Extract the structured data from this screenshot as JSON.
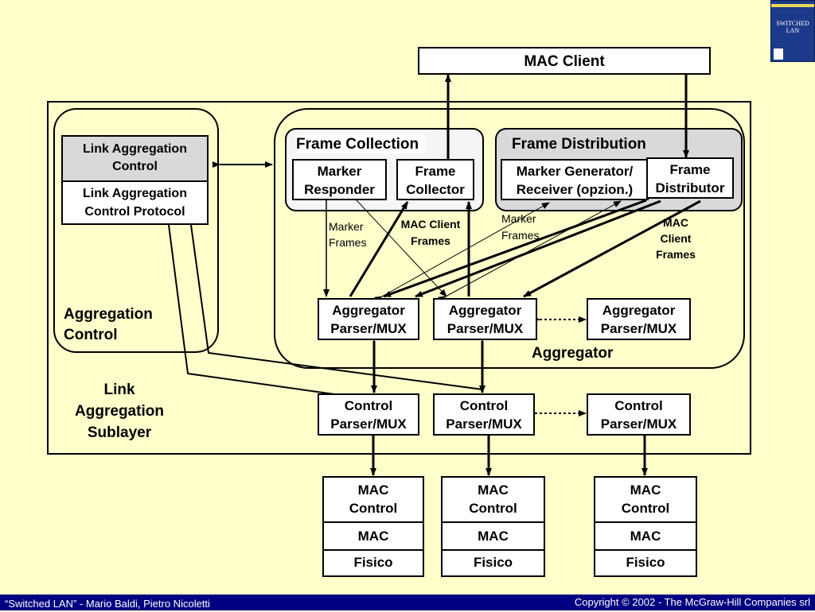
{
  "mac_client": "MAC Client",
  "link_aggregation_sublayer": "Link\nAggregation\nSublayer",
  "aggregation_control": {
    "label": "Aggregation\nControl",
    "lac_header": "Link Aggregation\nControl",
    "lacp": "Link Aggregation\nControl Protocol"
  },
  "aggregator": {
    "label": "Aggregator",
    "frame_collection": {
      "title": "Frame Collection",
      "marker_responder": "Marker\nResponder",
      "frame_collector": "Frame\nCollector"
    },
    "frame_distribution": {
      "title": "Frame Distribution",
      "marker_generator": "Marker Generator/\nReceiver (opzion.)",
      "frame_distributor": "Frame\nDistributor"
    },
    "parsers": [
      "Aggregator\nParser/MUX",
      "Aggregator\nParser/MUX",
      "Aggregator\nParser/MUX"
    ]
  },
  "annotations": {
    "marker_frames_left": "Marker\nFrames",
    "mac_client_frames_mid": "MAC Client\nFrames",
    "marker_frames_right": "Marker\nFrames",
    "mac_client_frames_right": "MAC\nClient\nFrames"
  },
  "control_parsers": [
    "Control\nParser/MUX",
    "Control\nParser/MUX",
    "Control\nParser/MUX"
  ],
  "mac_stacks": [
    {
      "control": "MAC\nControl",
      "mac": "MAC",
      "phy": "Fisico"
    },
    {
      "control": "MAC\nControl",
      "mac": "MAC",
      "phy": "Fisico"
    },
    {
      "control": "MAC\nControl",
      "mac": "MAC",
      "phy": "Fisico"
    }
  ],
  "footer": {
    "left": "“Switched LAN” - Mario Baldi, Pietro Nicoletti",
    "right": "Copyright © 2002 - The McGraw-Hill Companies srl"
  },
  "book_cover": {
    "title": "SWITCHED\nLAN"
  },
  "colors": {
    "background": "#ffffcc",
    "footer": "#000080",
    "header_gray": "#d9d9d9",
    "book": "#1c3a8a"
  }
}
